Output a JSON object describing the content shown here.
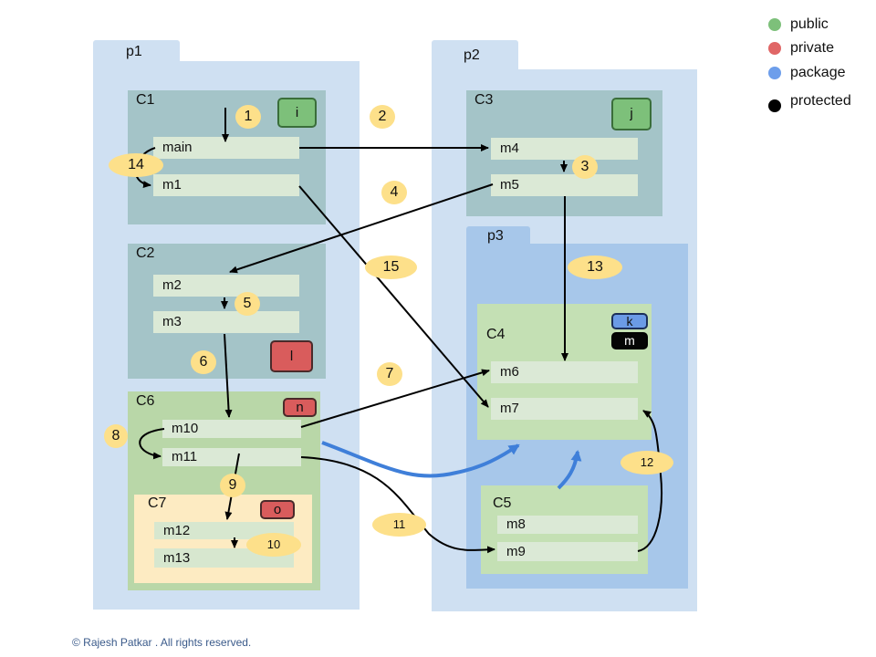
{
  "legend": [
    {
      "label": "public",
      "color": "#7dc07a"
    },
    {
      "label": "private",
      "color": "#e06666"
    },
    {
      "label": "package",
      "color": "#6d9eeb"
    },
    {
      "label": "protected",
      "color": "#000000"
    }
  ],
  "packages": {
    "p1": "p1",
    "p2": "p2",
    "p3": "p3"
  },
  "classes": {
    "c1": {
      "name": "C1",
      "badge": "i",
      "methods": [
        "main",
        "m1"
      ]
    },
    "c2": {
      "name": "C2",
      "badge": "l",
      "methods": [
        "m2",
        "m3"
      ]
    },
    "c3": {
      "name": "C3",
      "badge": "j",
      "methods": [
        "m4",
        "m5"
      ]
    },
    "c4": {
      "name": "C4",
      "badges": [
        "k",
        "m"
      ],
      "methods": [
        "m6",
        "m7"
      ]
    },
    "c5": {
      "name": "C5",
      "methods": [
        "m8",
        "m9"
      ]
    },
    "c6": {
      "name": "C6",
      "badge": "n",
      "methods": [
        "m10",
        "m11"
      ]
    },
    "c7": {
      "name": "C7",
      "badge": "o",
      "methods": [
        "m12",
        "m13"
      ]
    }
  },
  "steps": [
    "1",
    "2",
    "3",
    "4",
    "5",
    "6",
    "7",
    "8",
    "9",
    "10",
    "11",
    "12",
    "13",
    "14",
    "15"
  ],
  "copyright": "© Rajesh Patkar . All rights reserved."
}
